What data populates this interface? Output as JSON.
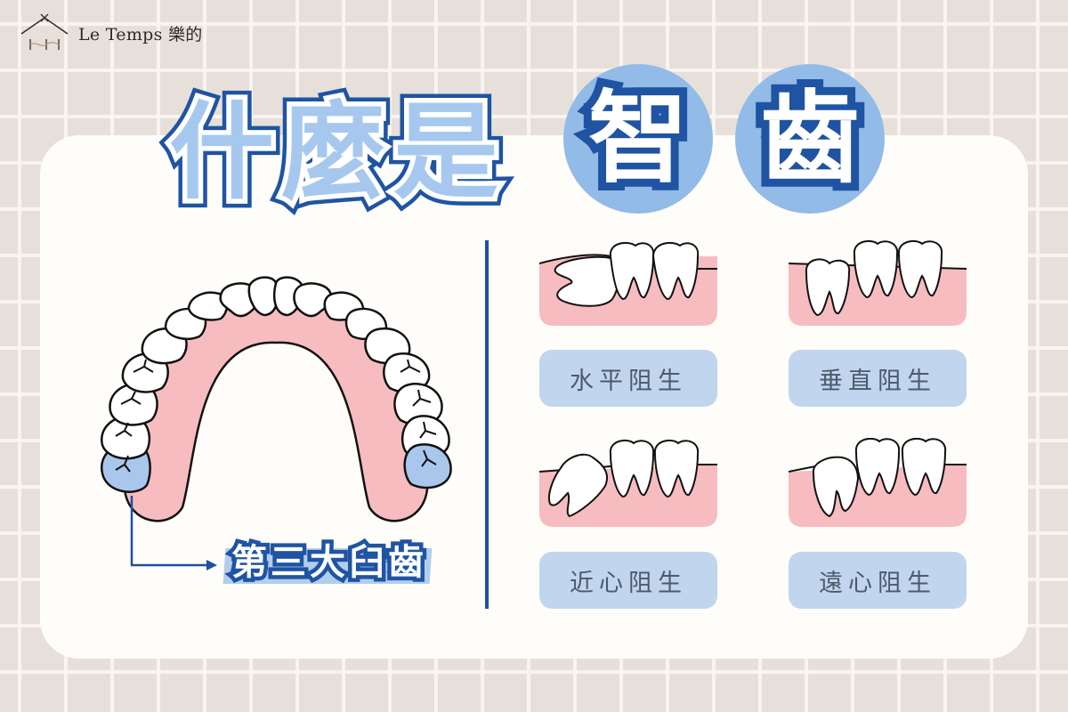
{
  "brand": {
    "name": "Le Temps 樂的",
    "icon": "house-logo-icon"
  },
  "title": {
    "prefix": "什麼是",
    "highlight_1": "智",
    "highlight_2": "齒"
  },
  "arch_label": "第三大臼齒",
  "impaction_types": [
    {
      "label": "水平阻生",
      "illustration": "horizontal-impaction"
    },
    {
      "label": "垂直阻生",
      "illustration": "vertical-impaction"
    },
    {
      "label": "近心阻生",
      "illustration": "mesial-impaction"
    },
    {
      "label": "遠心阻生",
      "illustration": "distal-impaction"
    }
  ],
  "colors": {
    "background": "#e7e0da",
    "card": "#fefdfa",
    "accent_blue": "#1f54a3",
    "light_blue": "#a7c8ee",
    "circle_blue": "#92bbe8",
    "label_bg": "#c1d6ee",
    "gum_pink": "#f7bcc0"
  }
}
